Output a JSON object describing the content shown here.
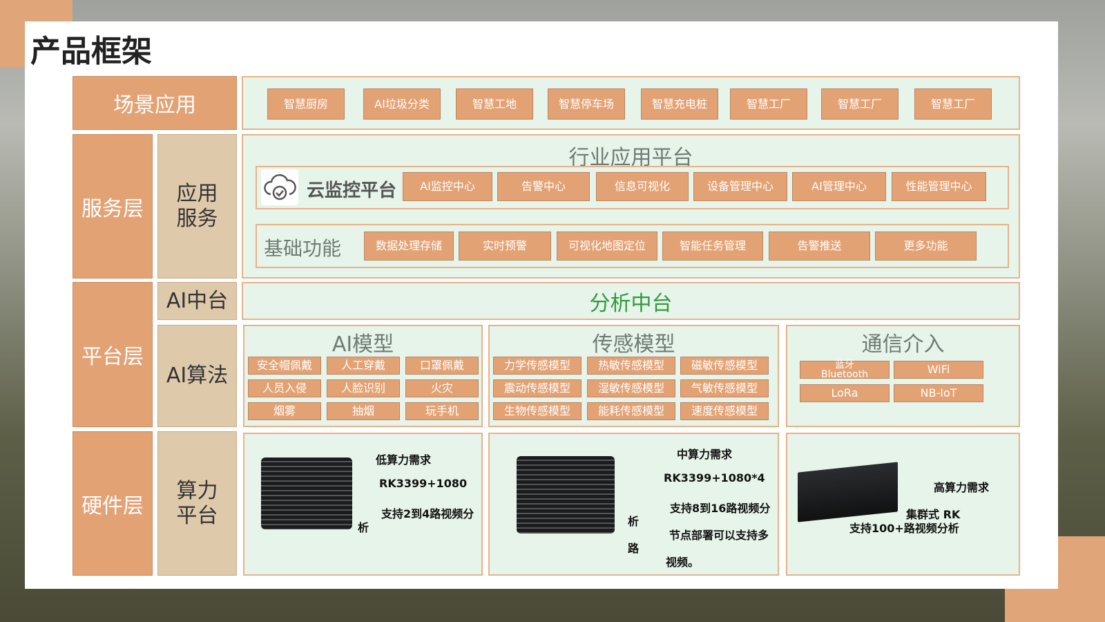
{
  "title": "产品框架",
  "scene": {
    "label": "场景应用",
    "items": [
      "智慧厨房",
      "AI垃圾分类",
      "智慧工地",
      "智慧停车场",
      "智慧充电桩",
      "智慧工厂",
      "智慧工厂",
      "智慧工厂"
    ]
  },
  "service": {
    "label": "服务层",
    "sub": "应用\n服务",
    "platform_title": "行业应用平台",
    "cloud": {
      "label": "云监控平台",
      "items": [
        "AI监控中心",
        "告警中心",
        "信息可视化",
        "设备管理中心",
        "AI管理中心",
        "性能管理中心"
      ]
    },
    "basic": {
      "label": "基础功能",
      "items": [
        "数据处理存储",
        "实时预警",
        "可视化地图定位",
        "智能任务管理",
        "告警推送",
        "更多功能"
      ]
    }
  },
  "platform": {
    "label": "平台层",
    "ai_center": "AI中台",
    "analysis": "分析中台",
    "ai_algo": "AI算法",
    "ai_model": {
      "title": "AI模型",
      "items": [
        "安全帽佩戴",
        "人工穿戴",
        "口罩佩戴",
        "人员入侵",
        "人脸识别",
        "火灾",
        "烟雾",
        "抽烟",
        "玩手机"
      ]
    },
    "sensor_model": {
      "title": "传感模型",
      "items": [
        "力学传感模型",
        "热敏传感模型",
        "磁敏传感模型",
        "震动传感模型",
        "湿敏传感模型",
        "气敏传感模型",
        "生物传感模型",
        "能耗传感模型",
        "速度传感模型"
      ]
    },
    "comm": {
      "title": "通信介入",
      "items": [
        "蓝牙\nBluetooth",
        "WiFi",
        "LoRa",
        "NB-IoT"
      ]
    }
  },
  "hardware": {
    "label": "硬件层",
    "sub": "算力\n平台",
    "low": {
      "title": "低算力需求",
      "spec": "RK3399+1080",
      "desc": "支持2到4路视频分",
      "tail": "析"
    },
    "mid": {
      "title": "中算力需求",
      "spec": "RK3399+1080*4",
      "desc": "支持8到16路视频分",
      "tail1": "析",
      "tail2": "路",
      "desc2": "节点部署可以支持多",
      "desc3": "视频。"
    },
    "high": {
      "title": "高算力需求",
      "spec": "集群式 RK",
      "desc": "支持100+路视频分析"
    }
  },
  "colors": {
    "orange": "#e3a274",
    "beige": "#dfc9ab",
    "green_bg": "#e7f4ea",
    "analysis_green": "#2f9a3e"
  }
}
